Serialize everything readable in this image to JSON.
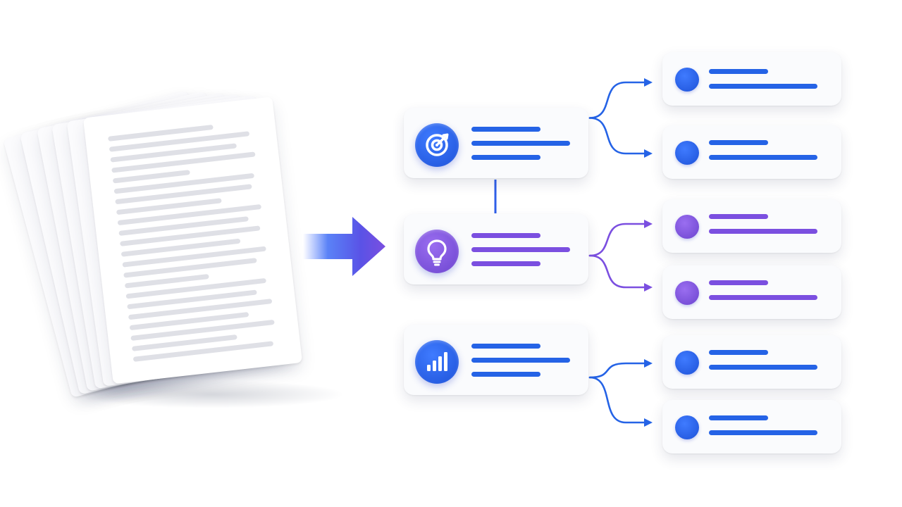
{
  "colors": {
    "blue": "#2563e6",
    "purple": "#7b4fe0",
    "card_background": "#fafbfd",
    "document_line": "#dfe0e6"
  },
  "document": {
    "icon": "document-stack-icon",
    "sheet_count": 6
  },
  "flow_arrow": {
    "icon": "arrow-right-icon"
  },
  "main_nodes": [
    {
      "name": "target",
      "icon": "target-icon",
      "color": "blue",
      "children": [
        {
          "color": "blue"
        },
        {
          "color": "blue"
        }
      ]
    },
    {
      "name": "idea",
      "icon": "lightbulb-icon",
      "color": "purple",
      "children": [
        {
          "color": "purple"
        },
        {
          "color": "purple"
        }
      ]
    },
    {
      "name": "analytics",
      "icon": "bar-chart-icon",
      "color": "blue",
      "children": [
        {
          "color": "blue"
        },
        {
          "color": "blue"
        }
      ]
    }
  ]
}
